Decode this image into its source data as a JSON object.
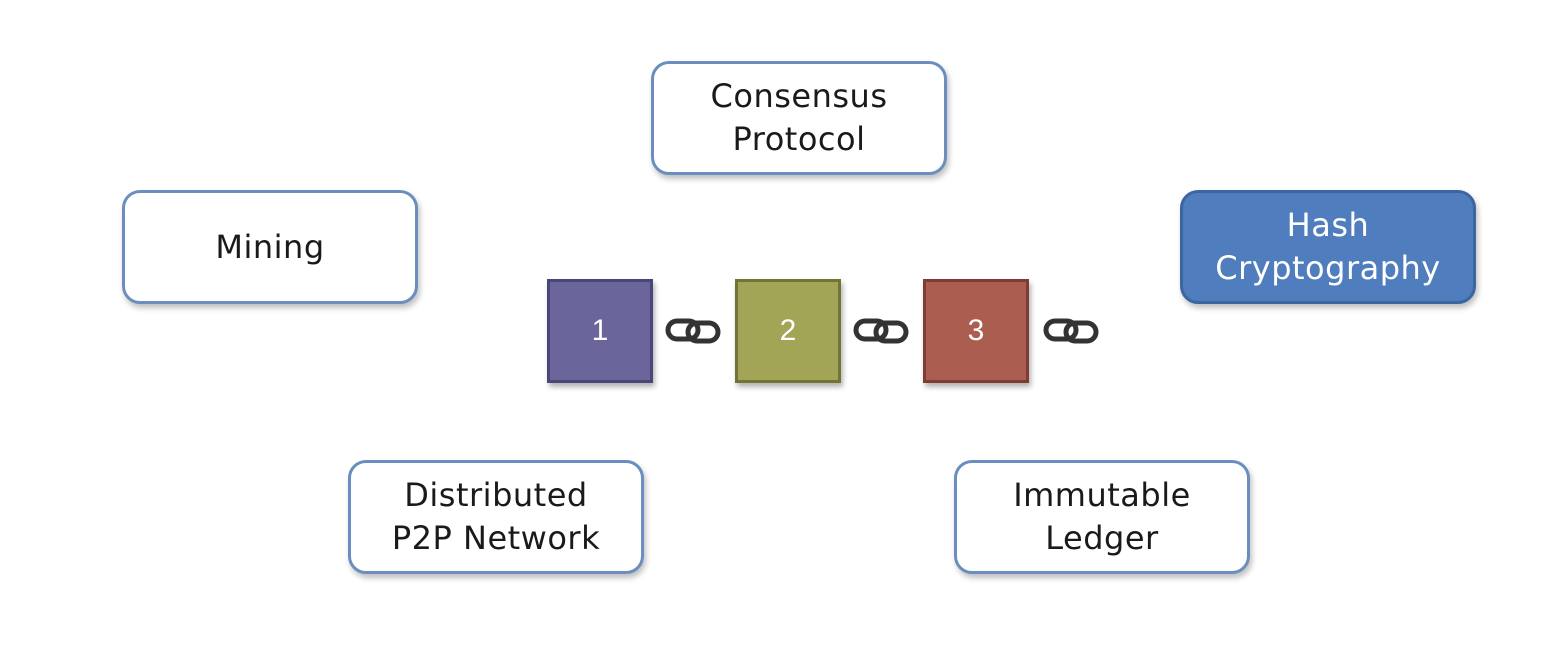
{
  "concepts": [
    {
      "id": "consensus",
      "label": "Consensus\nProtocol",
      "highlighted": false
    },
    {
      "id": "mining",
      "label": "Mining",
      "highlighted": false
    },
    {
      "id": "hash",
      "label": "Hash\nCryptography",
      "highlighted": true
    },
    {
      "id": "p2p",
      "label": "Distributed\nP2P Network",
      "highlighted": false
    },
    {
      "id": "ledger",
      "label": "Immutable\nLedger",
      "highlighted": false
    }
  ],
  "chain": {
    "blocks": [
      {
        "label": "1",
        "color": "#6a669b",
        "border": "#4a4778"
      },
      {
        "label": "2",
        "color": "#a2a456",
        "border": "#727436"
      },
      {
        "label": "3",
        "color": "#ab5e50",
        "border": "#7e3d33"
      }
    ],
    "link_icon": "link-icon"
  },
  "colors": {
    "box_border": "#6a8fbf",
    "highlight_fill": "#4f7dbd"
  }
}
